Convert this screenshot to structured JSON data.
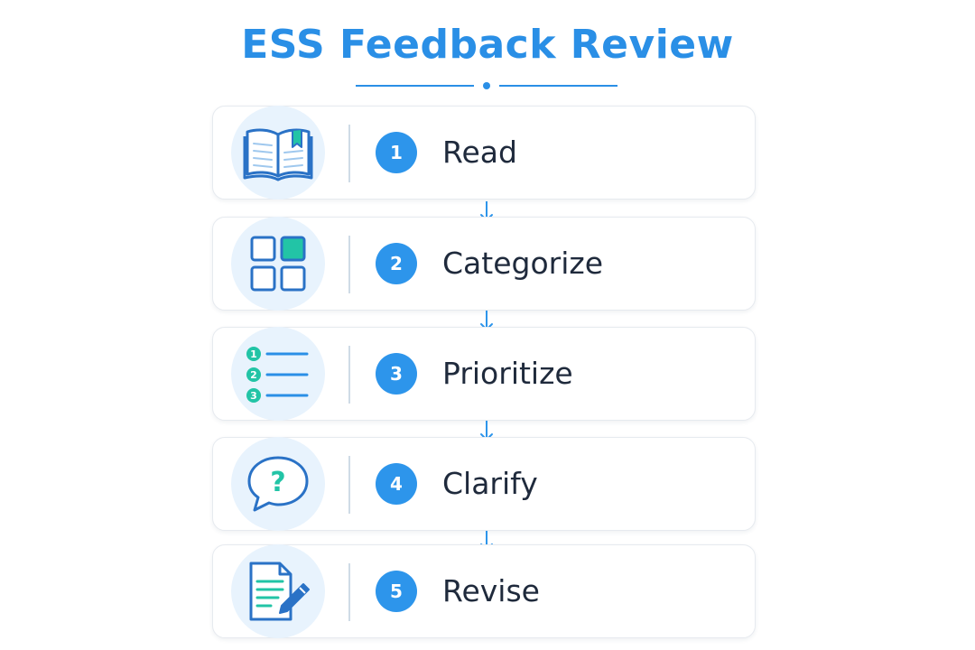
{
  "diagram": {
    "title": "ESS Feedback Review",
    "steps": [
      {
        "number": "1",
        "label": "Read",
        "icon": "open-book-icon"
      },
      {
        "number": "2",
        "label": "Categorize",
        "icon": "grid-categories-icon"
      },
      {
        "number": "3",
        "label": "Prioritize",
        "icon": "numbered-list-icon"
      },
      {
        "number": "4",
        "label": "Clarify",
        "icon": "question-bubble-icon"
      },
      {
        "number": "5",
        "label": "Revise",
        "icon": "document-edit-icon"
      }
    ],
    "icon_list_numbers": [
      "1",
      "2",
      "3"
    ],
    "question_mark": "?"
  },
  "colors": {
    "title": "#2a8fe6",
    "badge": "#2d95eb",
    "icon_stroke": "#2a72c6",
    "icon_accent": "#22c4a6",
    "icon_background": "#e8f3fd",
    "label_text": "#1f2a3c"
  }
}
